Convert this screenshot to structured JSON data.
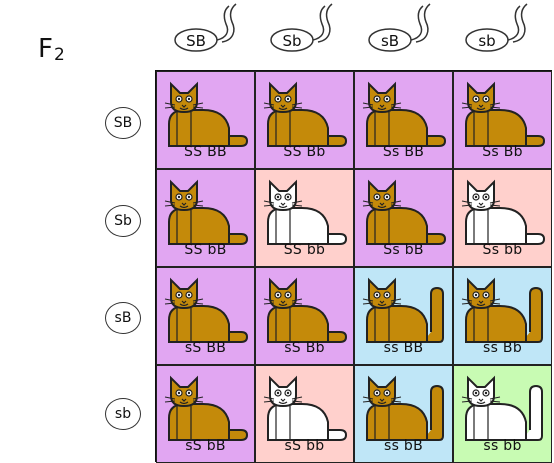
{
  "generation": {
    "base": "F",
    "sub": "2"
  },
  "sperm_labels": [
    "SB",
    "Sb",
    "sB",
    "sb"
  ],
  "egg_labels": [
    "SB",
    "Sb",
    "sB",
    "sb"
  ],
  "colors": {
    "purple": "#e1a6f2",
    "pink": "#ffd0cc",
    "blue": "#bfe6f7",
    "green": "#c8fbb3",
    "cat_brown": "#c48a0a",
    "cat_white": "#ffffff",
    "outline": "#222222"
  },
  "cells": [
    [
      {
        "genotype": "SS BB",
        "bg": "purple",
        "cat": "brown",
        "tail": "short"
      },
      {
        "genotype": "SS Bb",
        "bg": "purple",
        "cat": "brown",
        "tail": "short"
      },
      {
        "genotype": "Ss BB",
        "bg": "purple",
        "cat": "brown",
        "tail": "short"
      },
      {
        "genotype": "Ss Bb",
        "bg": "purple",
        "cat": "brown",
        "tail": "short"
      }
    ],
    [
      {
        "genotype": "SS bB",
        "bg": "purple",
        "cat": "brown",
        "tail": "short"
      },
      {
        "genotype": "SS bb",
        "bg": "pink",
        "cat": "white",
        "tail": "short"
      },
      {
        "genotype": "Ss bB",
        "bg": "purple",
        "cat": "brown",
        "tail": "short"
      },
      {
        "genotype": "Ss bb",
        "bg": "pink",
        "cat": "white",
        "tail": "short"
      }
    ],
    [
      {
        "genotype": "sS BB",
        "bg": "purple",
        "cat": "brown",
        "tail": "short"
      },
      {
        "genotype": "sS Bb",
        "bg": "purple",
        "cat": "brown",
        "tail": "short"
      },
      {
        "genotype": "ss BB",
        "bg": "blue",
        "cat": "brown",
        "tail": "long"
      },
      {
        "genotype": "ss Bb",
        "bg": "blue",
        "cat": "brown",
        "tail": "long"
      }
    ],
    [
      {
        "genotype": "sS bB",
        "bg": "purple",
        "cat": "brown",
        "tail": "short"
      },
      {
        "genotype": "sS bb",
        "bg": "pink",
        "cat": "white",
        "tail": "short"
      },
      {
        "genotype": "ss bB",
        "bg": "blue",
        "cat": "brown",
        "tail": "long"
      },
      {
        "genotype": "ss bb",
        "bg": "green",
        "cat": "white",
        "tail": "long"
      }
    ]
  ]
}
